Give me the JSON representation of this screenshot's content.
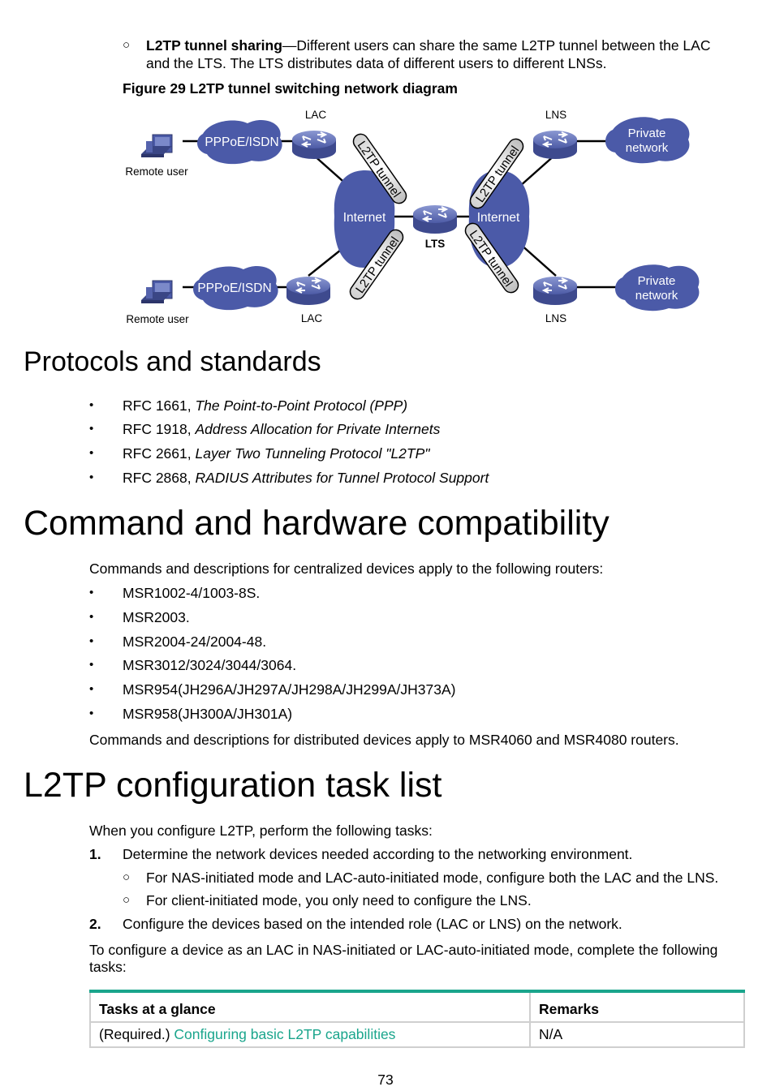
{
  "tunnel_sharing": {
    "term": "L2TP tunnel sharing",
    "line1": "—Different users can share the same L2TP tunnel between the LAC",
    "line2": "and the LTS. The LTS distributes data of different users to different LNSs."
  },
  "figure": {
    "caption": "Figure 29 L2TP tunnel switching network diagram",
    "labels": {
      "lac": "LAC",
      "lns": "LNS",
      "lts": "LTS",
      "pppoe": "PPPoE/ISDN",
      "remote_user": "Remote user",
      "internet": "Internet",
      "tunnel": "L2TP tunnel",
      "private_line1": "Private",
      "private_line2": "network"
    }
  },
  "protocols": {
    "heading": "Protocols and standards",
    "items": [
      {
        "rfc": "RFC 1661, ",
        "title": "The Point-to-Point Protocol (PPP)"
      },
      {
        "rfc": "RFC 1918, ",
        "title": "Address Allocation for Private Internets"
      },
      {
        "rfc": "RFC 2661, ",
        "title": "Layer Two Tunneling Protocol \"L2TP\""
      },
      {
        "rfc": "RFC 2868, ",
        "title": "RADIUS Attributes for Tunnel Protocol Support"
      }
    ]
  },
  "compat": {
    "heading": "Command and hardware compatibility",
    "intro": "Commands and descriptions for centralized devices apply to the following routers:",
    "items": [
      "MSR1002-4/1003-8S.",
      "MSR2003.",
      "MSR2004-24/2004-48.",
      "MSR3012/3024/3044/3064.",
      "MSR954(JH296A/JH297A/JH298A/JH299A/JH373A)",
      "MSR958(JH300A/JH301A)"
    ],
    "outro": "Commands and descriptions for distributed devices apply to MSR4060 and MSR4080 routers."
  },
  "tasklist": {
    "heading": "L2TP configuration task list",
    "intro": "When you configure L2TP, perform the following tasks:",
    "step1_num": "1.",
    "step1": "Determine the network devices needed according to the networking environment.",
    "sub1": "For NAS-initiated mode and LAC-auto-initiated mode, configure both the LAC and the LNS.",
    "sub2": "For client-initiated mode, you only need to configure the LNS.",
    "step2_num": "2.",
    "step2": "Configure the devices based on the intended role (LAC or LNS) on the network.",
    "para_line1": "To configure a device as an LAC in NAS-initiated or LAC-auto-initiated mode, complete the following",
    "para_line2": "tasks:"
  },
  "table": {
    "col1": "Tasks at a glance",
    "col2": "Remarks",
    "row1_prefix": "(Required.) ",
    "row1_link": "Configuring basic L2TP capabilities",
    "row1_remark": "N/A"
  },
  "page_number": "73",
  "colors": {
    "cloud": "#4b5aa8",
    "router": "#6d7cc0",
    "accent": "#1aa58c"
  }
}
